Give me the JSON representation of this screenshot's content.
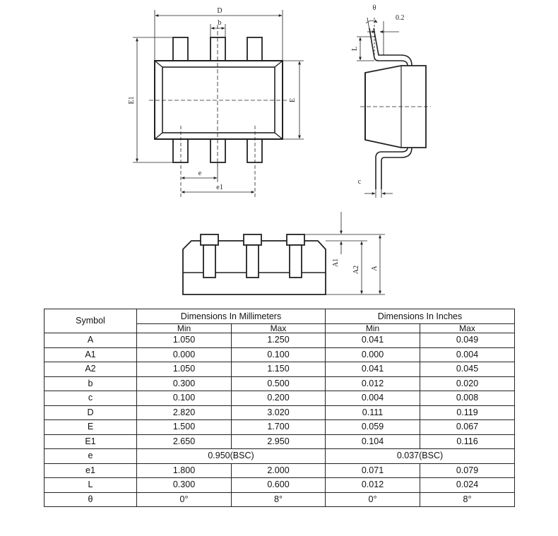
{
  "diagram": {
    "top_view": {
      "labels": {
        "D": "D",
        "b": "b",
        "E1": "E1",
        "E": "E",
        "e": "e",
        "e1": "e1"
      }
    },
    "side_view": {
      "labels": {
        "theta": "θ",
        "gauge": "0.2",
        "L": "L",
        "c": "c"
      }
    },
    "front_view": {
      "labels": {
        "A1": "A1",
        "A2": "A2",
        "A": "A"
      }
    }
  },
  "table": {
    "symbol_header": "Symbol",
    "mm_header": "Dimensions In Millimeters",
    "inch_header": "Dimensions In Inches",
    "min_label": "Min",
    "max_label": "Max",
    "rows": [
      {
        "symbol": "A",
        "mm_min": "1.050",
        "mm_max": "1.250",
        "in_min": "0.041",
        "in_max": "0.049"
      },
      {
        "symbol": "A1",
        "mm_min": "0.000",
        "mm_max": "0.100",
        "in_min": "0.000",
        "in_max": "0.004"
      },
      {
        "symbol": "A2",
        "mm_min": "1.050",
        "mm_max": "1.150",
        "in_min": "0.041",
        "in_max": "0.045"
      },
      {
        "symbol": "b",
        "mm_min": "0.300",
        "mm_max": "0.500",
        "in_min": "0.012",
        "in_max": "0.020"
      },
      {
        "symbol": "c",
        "mm_min": "0.100",
        "mm_max": "0.200",
        "in_min": "0.004",
        "in_max": "0.008"
      },
      {
        "symbol": "D",
        "mm_min": "2.820",
        "mm_max": "3.020",
        "in_min": "0.111",
        "in_max": "0.119"
      },
      {
        "symbol": "E",
        "mm_min": "1.500",
        "mm_max": "1.700",
        "in_min": "0.059",
        "in_max": "0.067"
      },
      {
        "symbol": "E1",
        "mm_min": "2.650",
        "mm_max": "2.950",
        "in_min": "0.104",
        "in_max": "0.116"
      },
      {
        "symbol": "e",
        "mm_bsc": "0.950(BSC)",
        "in_bsc": "0.037(BSC)"
      },
      {
        "symbol": "e1",
        "mm_min": "1.800",
        "mm_max": "2.000",
        "in_min": "0.071",
        "in_max": "0.079"
      },
      {
        "symbol": "L",
        "mm_min": "0.300",
        "mm_max": "0.600",
        "in_min": "0.012",
        "in_max": "0.024"
      },
      {
        "symbol": "θ",
        "mm_min": "0°",
        "mm_max": "8°",
        "in_min": "0°",
        "in_max": "8°"
      }
    ]
  }
}
